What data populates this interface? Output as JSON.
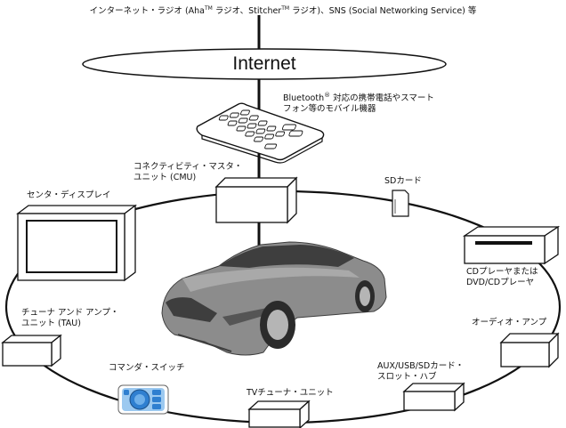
{
  "header": {
    "caption_part1": "インターネット・ラジオ (Aha",
    "tm1": "TM",
    "caption_part2": " ラジオ、Stitcher",
    "tm2": "TM",
    "caption_part3": " ラジオ)、SNS (Social Networking Service) 等"
  },
  "internet": {
    "label": "Internet"
  },
  "nodes": {
    "mobile": {
      "line1a": "Bluetooth",
      "reg": "®",
      "line1b": " 対応の携帯電話やスマート",
      "line2": "フォン等のモバイル機器"
    },
    "cmu": {
      "line1": "コネクティビティ・マスタ・",
      "line2": "ユニット (CMU)"
    },
    "sd": {
      "label": "SDカード"
    },
    "center_display": {
      "label": "センタ・ディスプレイ"
    },
    "cd": {
      "line1": "CDプレーヤまたは",
      "line2": "DVD/CDプレーヤ"
    },
    "tau": {
      "line1": "チューナ アンド アンプ・",
      "line2": "ユニット (TAU)"
    },
    "audio_amp": {
      "label": "オーディオ・アンプ"
    },
    "commander": {
      "label": "コマンダ・スイッチ"
    },
    "aux": {
      "line1": "AUX/USB/SDカード・",
      "line2": "スロット・ハブ"
    },
    "tv": {
      "label": "TVチューナ・ユニット"
    }
  },
  "colors": {
    "stroke": "#111111",
    "commander_blue": "#2f7fd0",
    "commander_light": "#9cc9f0",
    "car_body": "#8c8c8c",
    "car_dark": "#3e3e3e"
  }
}
